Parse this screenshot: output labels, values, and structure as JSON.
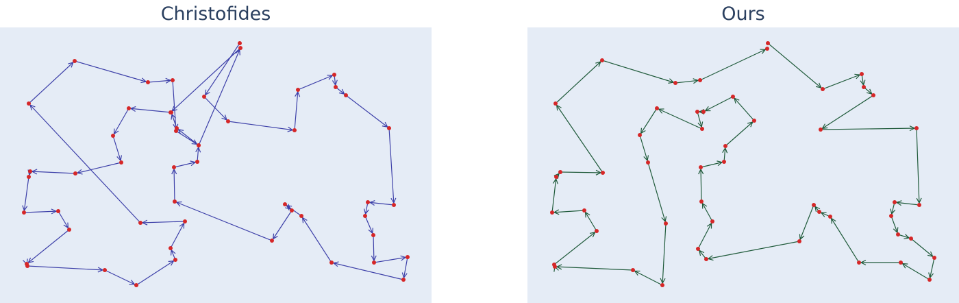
{
  "colors": {
    "plot_background": "#e5ecf6",
    "title": "#2a3f5f",
    "node": "#d62728",
    "christofides_edge": "#3c3fa8",
    "ours_edge": "#1f5a3a"
  },
  "chart_data": [
    {
      "type": "scatter",
      "title": "Christofides",
      "mode": "lines+markers with arrows",
      "xlim": [
        0,
        630
      ],
      "ylim": [
        442,
        40
      ],
      "grid": false,
      "legend": "none",
      "tour": [
        [
          350,
          63
        ],
        [
          298,
          141
        ],
        [
          333,
          177
        ],
        [
          430,
          190
        ],
        [
          435,
          131
        ],
        [
          488,
          109
        ],
        [
          490,
          127
        ],
        [
          505,
          139
        ],
        [
          568,
          187
        ],
        [
          575,
          299
        ],
        [
          537,
          295
        ],
        [
          533,
          315
        ],
        [
          545,
          343
        ],
        [
          546,
          383
        ],
        [
          595,
          375
        ],
        [
          589,
          408
        ],
        [
          484,
          383
        ],
        [
          440,
          315
        ],
        [
          416,
          298
        ],
        [
          426,
          307
        ],
        [
          397,
          351
        ],
        [
          255,
          294
        ],
        [
          254,
          244
        ],
        [
          288,
          236
        ],
        [
          290,
          212
        ],
        [
          258,
          187
        ],
        [
          250,
          164
        ],
        [
          188,
          158
        ],
        [
          165,
          198
        ],
        [
          177,
          237
        ],
        [
          110,
          253
        ],
        [
          44,
          250
        ],
        [
          42,
          258
        ],
        [
          35,
          310
        ],
        [
          85,
          308
        ],
        [
          101,
          335
        ],
        [
          39,
          385
        ],
        [
          40,
          388
        ],
        [
          153,
          394
        ],
        [
          199,
          416
        ],
        [
          256,
          379
        ],
        [
          249,
          362
        ],
        [
          270,
          323
        ],
        [
          205,
          325
        ],
        [
          42,
          151
        ],
        [
          109,
          89
        ],
        [
          216,
          120
        ],
        [
          252,
          117
        ],
        [
          257,
          191
        ],
        [
          290,
          212
        ],
        [
          351,
          70
        ],
        [
          249,
          164
        ]
      ]
    },
    {
      "type": "scatter",
      "title": "Ours",
      "mode": "lines+markers with arrows",
      "xlim": [
        770,
        1400
      ],
      "ylim": [
        442,
        40
      ],
      "grid": false,
      "legend": "none",
      "tour": [
        [
          1121,
          63
        ],
        [
          1201,
          130
        ],
        [
          1258,
          108
        ],
        [
          1261,
          127
        ],
        [
          1275,
          139
        ],
        [
          1198,
          189
        ],
        [
          1338,
          187
        ],
        [
          1342,
          299
        ],
        [
          1306,
          295
        ],
        [
          1301,
          315
        ],
        [
          1311,
          342
        ],
        [
          1330,
          348
        ],
        [
          1364,
          376
        ],
        [
          1357,
          408
        ],
        [
          1315,
          383
        ],
        [
          1254,
          383
        ],
        [
          1212,
          316
        ],
        [
          1196,
          309
        ],
        [
          1188,
          299
        ],
        [
          1167,
          352
        ],
        [
          1031,
          378
        ],
        [
          1019,
          363
        ],
        [
          1040,
          323
        ],
        [
          1024,
          294
        ],
        [
          1023,
          244
        ],
        [
          1057,
          236
        ],
        [
          1059,
          213
        ],
        [
          1101,
          176
        ],
        [
          1070,
          141
        ],
        [
          1027,
          163
        ],
        [
          1018,
          163
        ],
        [
          1025,
          188
        ],
        [
          959,
          158
        ],
        [
          934,
          197
        ],
        [
          946,
          237
        ],
        [
          972,
          326
        ],
        [
          967,
          416
        ],
        [
          924,
          394
        ],
        [
          810,
          389
        ],
        [
          809,
          386
        ],
        [
          871,
          337
        ],
        [
          853,
          307
        ],
        [
          806,
          310
        ],
        [
          812,
          258
        ],
        [
          818,
          251
        ],
        [
          880,
          252
        ],
        [
          811,
          151
        ],
        [
          879,
          88
        ],
        [
          986,
          121
        ],
        [
          1022,
          117
        ],
        [
          1120,
          71
        ]
      ]
    }
  ],
  "titles": {
    "left": "Christofides",
    "right": "Ours"
  }
}
